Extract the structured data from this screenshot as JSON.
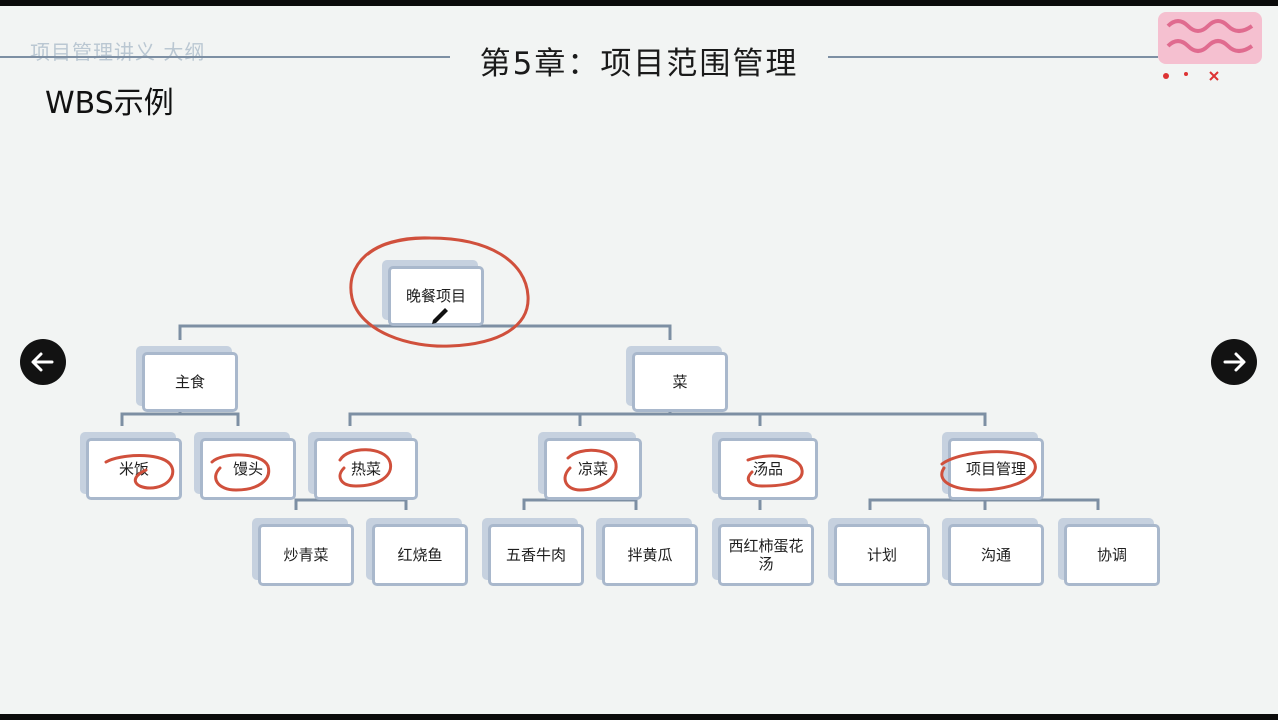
{
  "slide": {
    "header": "第5章：项目范围管理",
    "title": "WBS示例",
    "watermark_left": "项目管理讲义 大纲"
  },
  "colors": {
    "background": "#f2f4f3",
    "node_border": "#a9b8cc",
    "node_shadow": "#c6d1df",
    "connector": "#7d8fa3",
    "annotation": "#d0503c",
    "nav_button": "#121212"
  },
  "nav": {
    "prev_icon": "arrow-left-icon",
    "next_icon": "arrow-right-icon"
  },
  "wbs": {
    "root": "晚餐项目",
    "level1": {
      "staple": "主食",
      "dishes": "菜"
    },
    "level2": {
      "rice": "米饭",
      "buns": "馒头",
      "hot": "热菜",
      "cold": "凉菜",
      "soup": "汤品",
      "pm": "项目管理"
    },
    "level3": {
      "hot1": "炒青菜",
      "hot2": "红烧鱼",
      "cold1": "五香牛肉",
      "cold2": "拌黄瓜",
      "soup1": "西红柿蛋花汤",
      "pm1": "计划",
      "pm2": "沟通",
      "pm3": "协调"
    }
  }
}
